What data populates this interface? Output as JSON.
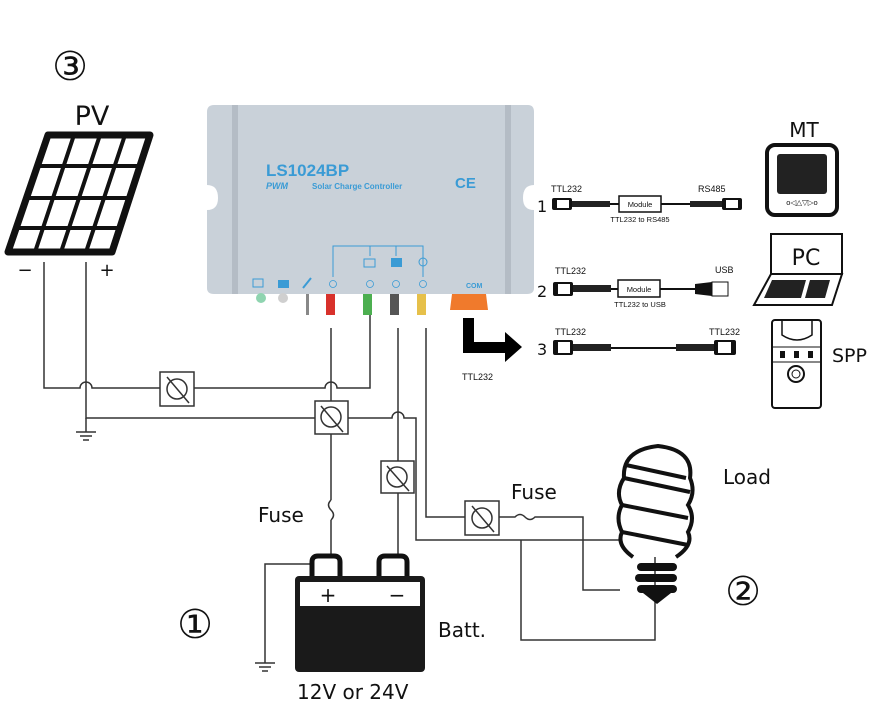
{
  "diagram": {
    "pv": {
      "label": "PV",
      "index": "③",
      "neg": "−",
      "pos": "+"
    },
    "controller": {
      "model": "LS1024BP",
      "subtitle_pwm": "PWM",
      "subtitle": "Solar Charge Controller",
      "ce_mark": "CE",
      "com_label": "COM",
      "terminal_colors": {
        "pv_pos": "#d8312b",
        "batt_pos": "#4caf50",
        "batt_neg": "#555555",
        "load": "#e6c04a",
        "com": "#f07a2c",
        "led_green": "#8fd4b0",
        "led_gray": "#cfcfcf"
      },
      "body_color": "#c9d1d9",
      "accent": "#3a9bd5"
    },
    "com_arrow_label": "TTL232",
    "connections": [
      {
        "num": "1",
        "left": "TTL232",
        "right": "RS485",
        "module": "Module",
        "module_caption": "TTL232 to RS485"
      },
      {
        "num": "2",
        "left": "TTL232",
        "right": "USB",
        "module": "Module",
        "module_caption": "TTL232 to USB"
      },
      {
        "num": "3",
        "left": "TTL232",
        "right": "TTL232"
      }
    ],
    "devices": {
      "mt": "MT",
      "pc": "PC",
      "spp": "SPP"
    },
    "battery": {
      "index": "①",
      "label": "Batt.",
      "voltage": "12V or 24V",
      "pos": "+",
      "neg": "−",
      "fuse": "Fuse"
    },
    "load": {
      "index": "②",
      "label": "Load",
      "fuse": "Fuse"
    }
  }
}
